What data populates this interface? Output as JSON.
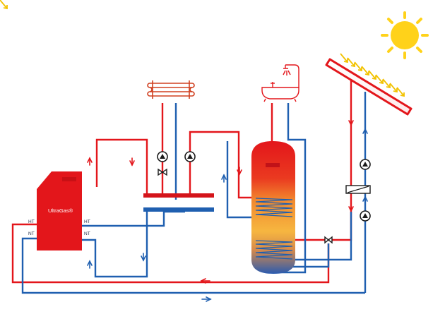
{
  "boiler": {
    "brand": "UltraGas®",
    "port_ht": "HT",
    "port_nt": "NT",
    "port_ht_right": "HT",
    "port_nt_right": "NT"
  },
  "colors": {
    "hot": "#e3161b",
    "cold": "#1f5fb0",
    "boiler": "#e3161b",
    "header_red": "#d4141a",
    "header_blue": "#1f5fb0",
    "sun": "#ffd21a",
    "solar_arrows": "#f2c200",
    "tank_top": "#e3161b",
    "tank_mid": "#f5b53a",
    "tank_bottom": "#2a5bb0"
  },
  "icons": [
    "sun-icon",
    "radiator-icon",
    "bathtub-icon",
    "pump-icon",
    "valve-icon",
    "heat-exchanger-icon",
    "flow-arrow-icon"
  ]
}
